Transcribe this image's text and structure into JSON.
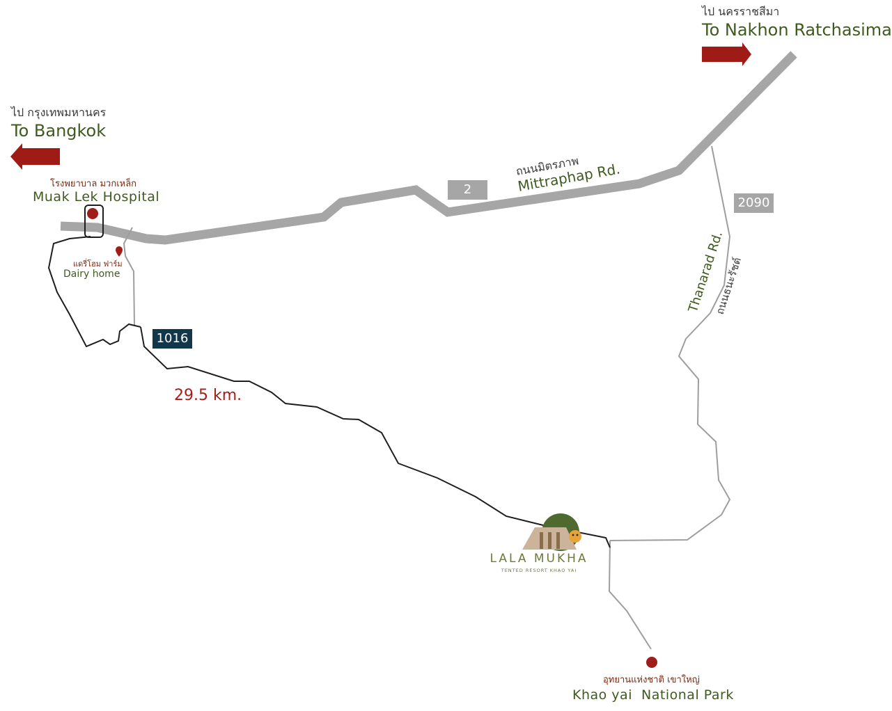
{
  "destinations": {
    "bangkok": {
      "thai": "ไป กรุงเทพมหานคร",
      "english": "To Bangkok"
    },
    "nakhon": {
      "thai": "ไป นครราชสีมา",
      "english": "To Nakhon Ratchasima"
    }
  },
  "roads": {
    "mittraphap": {
      "thai": "ถนนมิตรภาพ",
      "english": "Mittraphap Rd.",
      "route_number": "2"
    },
    "thanarad": {
      "thai": "ถนนธนะรัชต์",
      "english": "Thanarad Rd.",
      "route_number": "2090"
    },
    "route_1016": {
      "route_number": "1016",
      "distance": "29.5 km."
    }
  },
  "places": {
    "hospital": {
      "thai": "โรงพยาบาล มวกเหล็ก",
      "english": "Muak Lek Hospital"
    },
    "dairy": {
      "thai": "แดรี่โฮม ฟาร์ม",
      "english": "Dairy home"
    },
    "park": {
      "thai": "อุทยานแห่งชาติ เขาใหญ่",
      "english": "Khao yai  National Park"
    }
  },
  "resort": {
    "name": "LALA MUKHA",
    "tagline": "TENTED RESORT KHAO YAI"
  },
  "colors": {
    "arrow": "#9e1b16",
    "marker": "#a01e19",
    "highway": "#a6a6a6",
    "route_line": "#1e1e1e",
    "secondary_road": "#9e9e9e",
    "label_green": "#3f5a1e",
    "badge_dark": "#12364a",
    "distance_red": "#a31f1a",
    "logo_green": "#4e6a2e",
    "logo_tan": "#cbb49a"
  }
}
